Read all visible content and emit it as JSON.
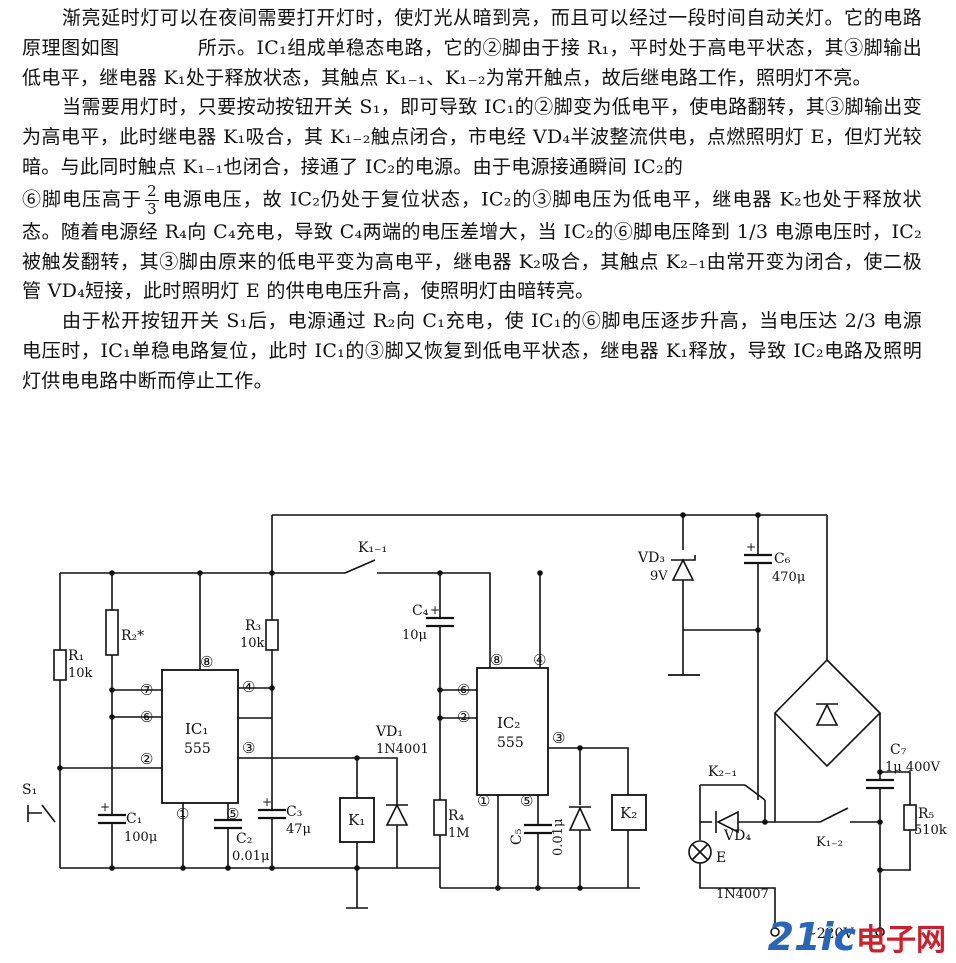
{
  "paragraphs": [
    "渐亮延时灯可以在夜间需要打开灯时，使灯光从暗到亮，而且可以经过一段时间自动关灯。它的电路原理图如图　　　　所示。IC₁组成单稳态电路，它的②脚由于接 R₁，平时处于高电平状态，其③脚输出低电平，继电器 K₁处于释放状态，其触点 K₁₋₁、K₁₋₂为常开触点，故后继电路工作，照明灯不亮。",
    "当需要用灯时，只要按动按钮开关 S₁，即可导致 IC₁的②脚变为低电平，使电路翻转，其③脚输出变为高电平，此时继电器 K₁吸合，其 K₁₋₂触点闭合，市电经 VD₄半波整流供电，点燃照明灯 E，但灯光较暗。与此同时触点 K₁₋₁也闭合，接通了 IC₂的电源。由于电源接通瞬间 IC₂的",
    "⑥脚电压高于",
    "电源电压，故 IC₂仍处于复位状态，IC₂的③脚电压为低电平，继电器 K₂也处于释放状态。随着电源经 R₄向 C₄充电，导致 C₄两端的电压差增大，当 IC₂的⑥脚电压降到 1/3 电源电压时，IC₂被触发翻转，其③脚由原来的低电平变为高电平，继电器 K₂吸合，其触点 K₂₋₁由常开变为闭合，使二极管 VD₄短接，此时照明灯 E 的供电电压升高，使照明灯由暗转亮。",
    "由于松开按钮开关 S₁后，电源通过 R₂向 C₁充电，使 IC₁的⑥脚电压逐步升高，当电压达 2/3 电源电压时，IC₁单稳电路复位，此时 IC₁的③脚又恢复到低电平状态，继电器 K₁释放，导致 IC₂电路及照明灯供电电路中断而停止工作。"
  ],
  "fraction": {
    "numerator": "2",
    "denominator": "3"
  },
  "circuit": {
    "ic1": {
      "name": "IC₁",
      "type": "555",
      "pin7": "⑦",
      "pin6": "⑥",
      "pin2": "②",
      "pin8": "⑧",
      "pin4": "④",
      "pin3": "③",
      "pin1": "①",
      "pin5": "⑤"
    },
    "ic2": {
      "name": "IC₂",
      "type": "555",
      "pin6": "⑥",
      "pin2": "②",
      "pin8": "⑧",
      "pin4": "④",
      "pin3": "③",
      "pin1": "①",
      "pin5": "⑤"
    },
    "s1": "S₁",
    "r1": {
      "name": "R₁",
      "value": "10k"
    },
    "r2": {
      "name": "R₂*"
    },
    "r3": {
      "name": "R₃",
      "value": "10k"
    },
    "r4": {
      "name": "R₄",
      "value": "1M"
    },
    "r5": {
      "name": "R₅",
      "value": "510k"
    },
    "c1": {
      "name": "C₁",
      "value": "100μ"
    },
    "c2": {
      "name": "C₂",
      "value": "0.01μ"
    },
    "c3": {
      "name": "C₃",
      "value": "47μ"
    },
    "c4": {
      "name": "C₄",
      "value": "10μ"
    },
    "c5": {
      "name": "C₅",
      "value": "0.01μ"
    },
    "c6": {
      "name": "C₆",
      "value": "470μ"
    },
    "c7": {
      "name": "C₇",
      "value": "1μ 400V"
    },
    "vd1": {
      "name": "VD₁",
      "value": "1N4001"
    },
    "vd3": {
      "name": "VD₃",
      "value": "9V"
    },
    "vd4": {
      "name": "VD₄",
      "value": "1N4007"
    },
    "k1": "K₁",
    "k2": "K₂",
    "k11": "K₁₋₁",
    "k12": "K₁₋₂",
    "k21": "K₂₋₁",
    "lamp": "E",
    "mains": "~220V",
    "plus": "+"
  },
  "watermark": {
    "logo": "21ic",
    "site": "电子网"
  },
  "colors": {
    "ink": "#111111",
    "watermark_blue": "#2a66b8",
    "watermark_red": "#c8232c"
  }
}
